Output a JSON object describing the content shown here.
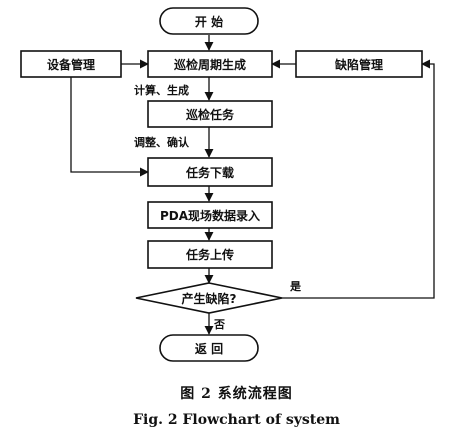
{
  "colors": {
    "ink": "#111111",
    "background": "#ffffff"
  },
  "nodes": {
    "start": "开  始",
    "cycle_generation": "巡检周期生成",
    "equipment_mgmt": "设备管理",
    "defect_mgmt": "缺陷管理",
    "inspection_task": "巡检任务",
    "task_download": "任务下载",
    "pda_entry": "PDA现场数据录入",
    "task_upload": "任务上传",
    "defect_decision": "产生缺陷?",
    "return": "返  回"
  },
  "edge_labels": {
    "calc_generate": "计算、生成",
    "adjust_confirm": "调整、确认",
    "yes": "是",
    "no": "否"
  },
  "caption": {
    "cn": "图 2   系统流程图",
    "en": "Fig. 2   Flowchart of system"
  }
}
